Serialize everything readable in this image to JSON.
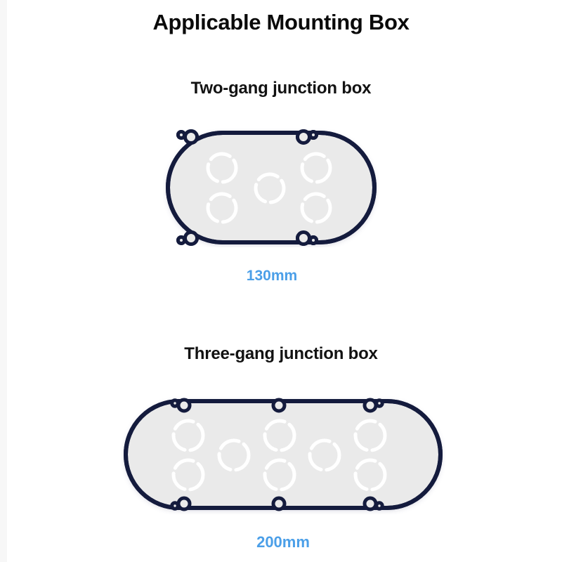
{
  "page": {
    "title": "Applicable Mounting Box",
    "background_color": "#ffffff"
  },
  "theme": {
    "outline_color": "#141b3d",
    "box_fill_color": "#eaeaea",
    "knockout_color": "#ffffff",
    "dimension_color": "#4b9fe8",
    "title_color": "#0a0a0a"
  },
  "diagrams": [
    {
      "id": "two-gang",
      "label": "Two-gang junction box",
      "dimension": {
        "value": "130mm",
        "left_cap_icon": "dimension-arrow-left-icon",
        "right_cap_icon": "dimension-arrow-right-icon",
        "line_style": "dashed"
      },
      "shape": "stadium",
      "knockout_count": 5,
      "screw_hole_count": 4
    },
    {
      "id": "three-gang",
      "label": "Three-gang junction box",
      "dimension": {
        "value": "200mm",
        "left_cap_icon": "dimension-arrow-left-icon",
        "right_cap_icon": "dimension-arrow-right-icon",
        "line_style": "dashed"
      },
      "shape": "stadium",
      "knockout_count": 8,
      "screw_hole_count": 6
    }
  ]
}
